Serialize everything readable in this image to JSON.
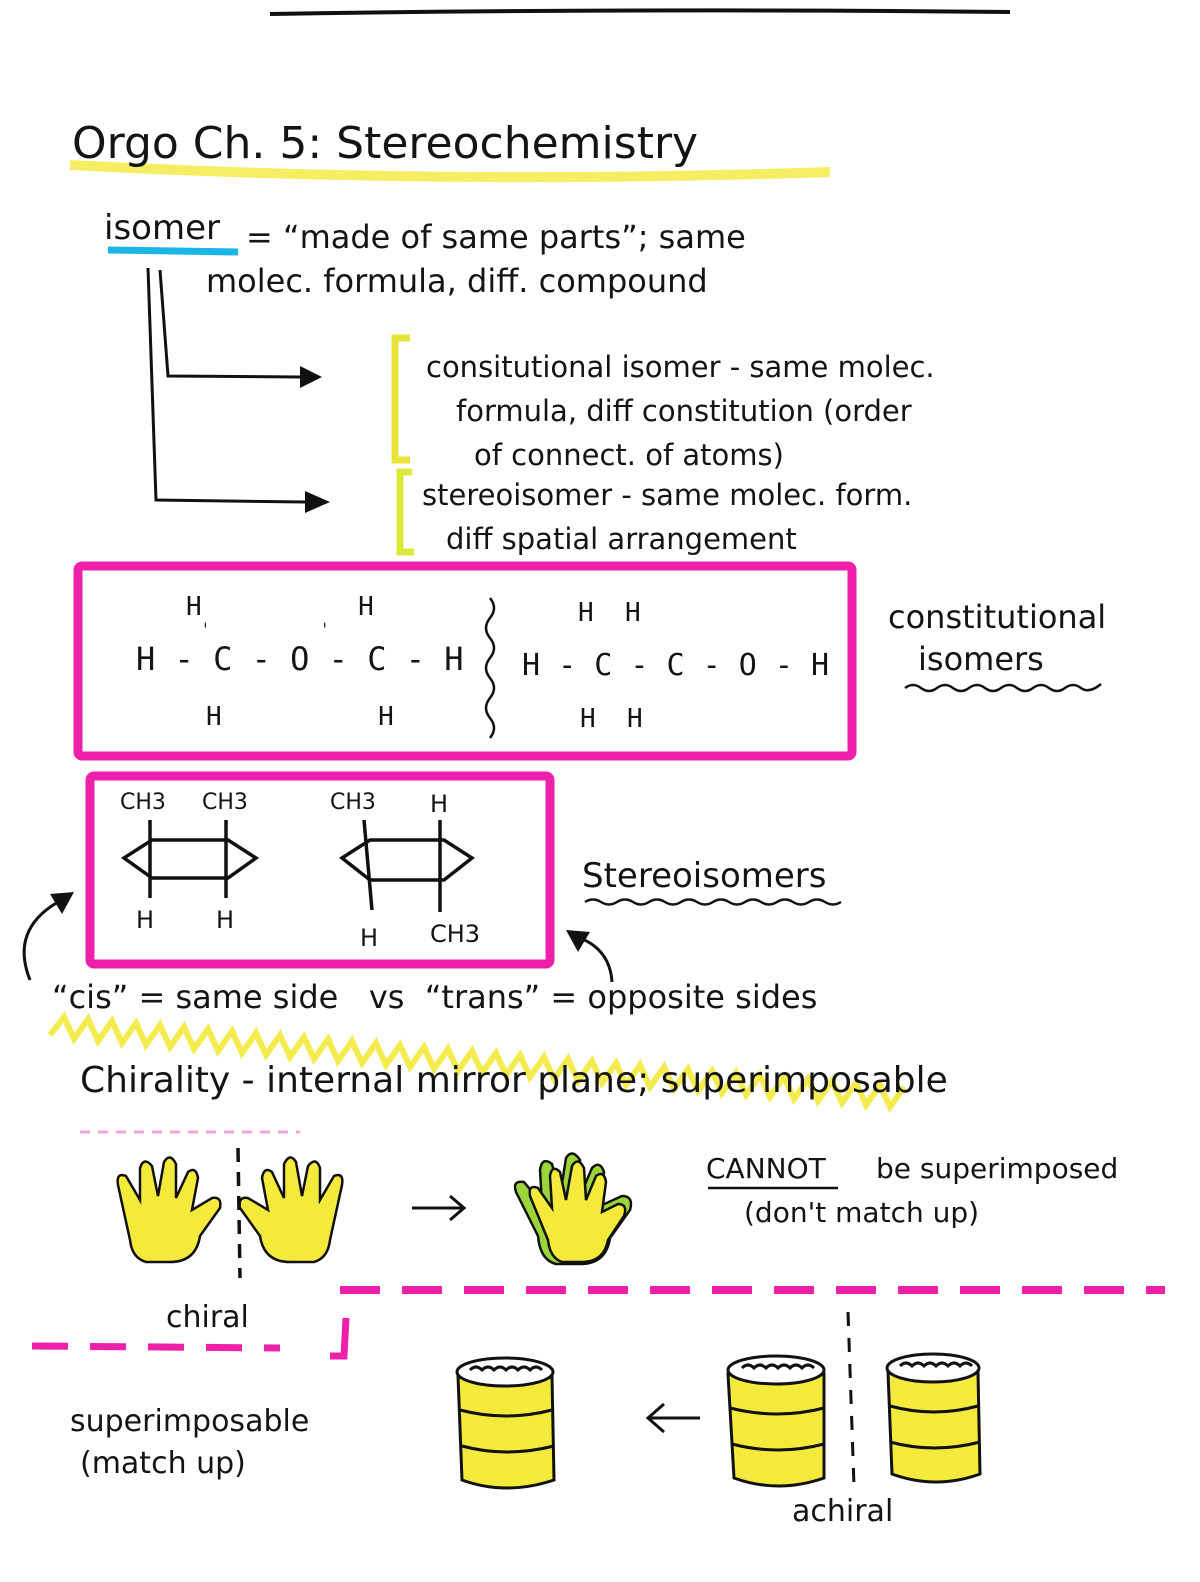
{
  "title": "Orgo Ch. 5: Stereochemistry",
  "isomer": {
    "term": "isomer",
    "definition_line1": "= “made of same parts”; same",
    "definition_line2": "molec. formula, diff. compound"
  },
  "constitutional_note": {
    "line1": "consitutional isomer - same molec.",
    "line2": "formula, diff constitution (order",
    "line3": "of connect. of atoms)"
  },
  "stereo_note": {
    "line1": "stereoisomer - same molec. form.",
    "line2": "diff spatial arrangement"
  },
  "constitutional_box": {
    "label_line1": "constitutional",
    "label_line2": "isomers",
    "molecule1": {
      "top": "H          H",
      "mid": "H - C - O - C - H",
      "bot": "H          H"
    },
    "molecule2": {
      "top": "H  H",
      "mid": "H - C - C - O - H",
      "bot": "H  H"
    }
  },
  "stereo_box": {
    "label": "Stereoisomers",
    "cis": {
      "top_left": "CH3",
      "top_right": "CH3",
      "bot_left": "H",
      "bot_right": "H"
    },
    "trans": {
      "top_left": "CH3",
      "top_right": "H",
      "bot_left": "H",
      "bot_right": "CH3"
    }
  },
  "cis_trans": "“cis” = same side   vs  “trans” = opposite sides",
  "chirality": {
    "heading": "Chirality - internal mirror plane; superimposable",
    "cannot_line1": "CANNOT",
    "cannot_line1b": "be superimposed",
    "cannot_line2": "(don't match up)",
    "chiral_label": "chiral"
  },
  "achiral": {
    "super_line1": "superimposable",
    "super_line2": "(match up)",
    "label": "achiral"
  },
  "colors": {
    "pink": "#ee1fa9",
    "yellow": "#f3ea3c",
    "cyan": "#19b6e6",
    "green": "#9bd53a"
  }
}
